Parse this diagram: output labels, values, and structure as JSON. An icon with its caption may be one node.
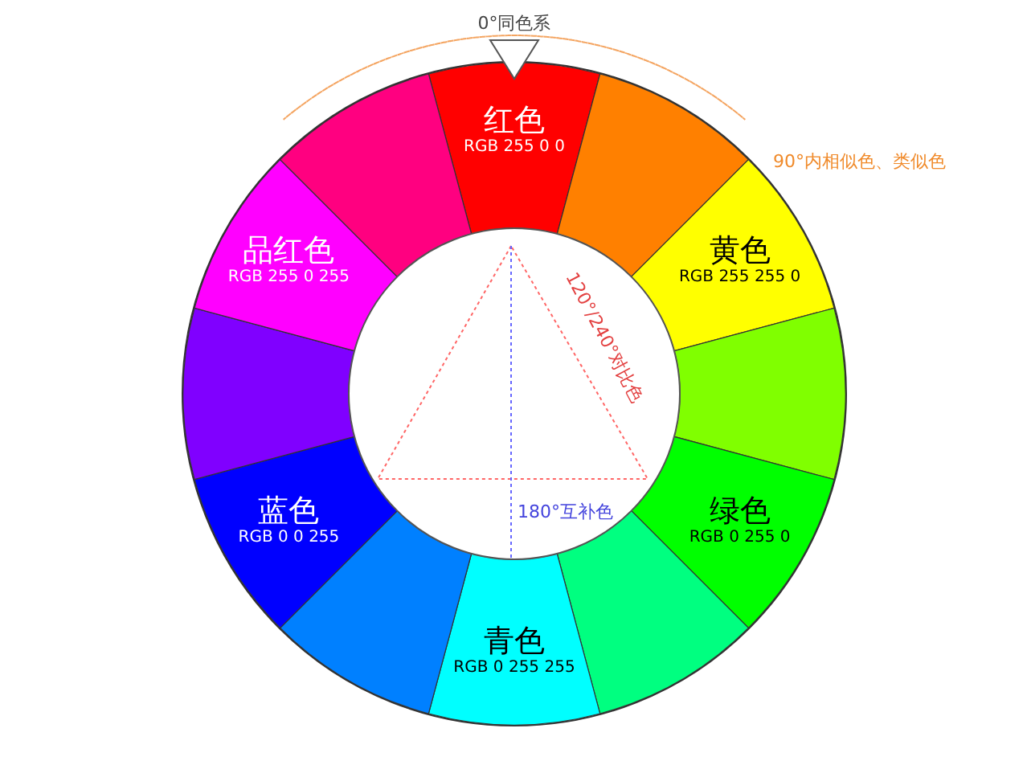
{
  "diagram": {
    "nodes": [
      {
        "text": [
          "红色",
          "RGB 255 0 0"
        ]
      },
      {
        "text": [],
        "shape": "wedge"
      },
      {
        "text": [
          "黄色",
          "RGB 255 255 0"
        ]
      },
      {
        "text": [],
        "shape": "wedge"
      },
      {
        "text": [
          "绿色",
          "RGB 0 255 0"
        ]
      },
      {
        "text": [],
        "shape": "wedge"
      },
      {
        "text": [
          "青色",
          "RGB 0 255 255"
        ]
      },
      {
        "text": [],
        "shape": "wedge"
      },
      {
        "text": [
          "蓝色",
          "RGB 0 0 255"
        ]
      },
      {
        "text": [],
        "shape": "wedge"
      },
      {
        "text": [
          "品红色",
          "RGB 255 0 255"
        ]
      },
      {
        "text": [],
        "shape": "wedge"
      }
    ],
    "labels": [
      "0°同色系",
      "90°内相似色、类似色",
      "120°/240°对比色",
      "180°互补色"
    ]
  }
}
